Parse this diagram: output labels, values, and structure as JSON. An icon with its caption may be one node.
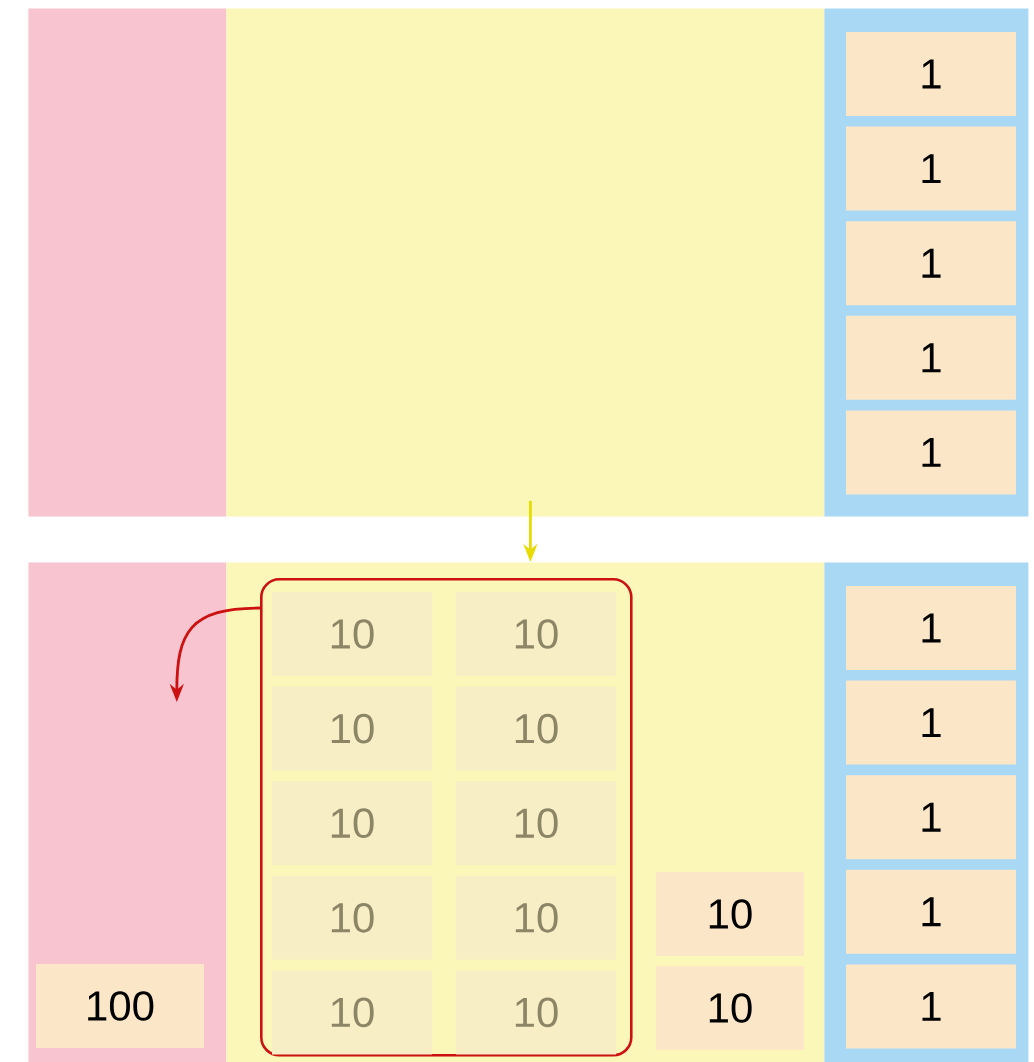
{
  "diagram": {
    "nodes": [
      {
        "text": [],
        "shape": "bar"
      },
      {
        "text": [],
        "shape": "bar"
      },
      {
        "text": [],
        "shape": "bar"
      },
      {
        "text": [
          "1"
        ],
        "in": 2
      },
      {
        "text": [
          "1"
        ],
        "in": 2
      },
      {
        "text": [
          "1"
        ],
        "in": 2
      },
      {
        "text": [
          "1"
        ],
        "in": 2
      },
      {
        "text": [
          "1"
        ],
        "in": 2
      },
      {
        "text": [],
        "shape": "bar"
      },
      {
        "text": [
          "100"
        ],
        "in": 8
      },
      {
        "text": [],
        "shape": "bar"
      },
      {
        "text": [],
        "shape": "box",
        "in": 10
      },
      {
        "text": [
          "10"
        ],
        "in": 11
      },
      {
        "text": [
          "10"
        ],
        "in": 11
      },
      {
        "text": [
          "10"
        ],
        "in": 11
      },
      {
        "text": [
          "10"
        ],
        "in": 11
      },
      {
        "text": [
          "10"
        ],
        "in": 11
      },
      {
        "text": [
          "10"
        ],
        "in": 11
      },
      {
        "text": [
          "10"
        ],
        "in": 11
      },
      {
        "text": [
          "10"
        ],
        "in": 11
      },
      {
        "text": [
          "10"
        ],
        "in": 11
      },
      {
        "text": [
          "10"
        ],
        "in": 11
      },
      {
        "text": [
          "10"
        ],
        "in": 10
      },
      {
        "text": [
          "10"
        ],
        "in": 10
      },
      {
        "text": [],
        "shape": "bar"
      },
      {
        "text": [
          "1"
        ],
        "in": 24
      },
      {
        "text": [
          "1"
        ],
        "in": 24
      },
      {
        "text": [
          "1"
        ],
        "in": 24
      },
      {
        "text": [
          "1"
        ],
        "in": 24
      },
      {
        "text": [
          "1"
        ],
        "in": 24
      }
    ],
    "edges": [
      {
        "from": 1,
        "to": 10,
        "arrow": "to",
        "color": "#e6dc00"
      },
      {
        "from": 11,
        "to": 8,
        "arrow": "to",
        "color": "#cc1111"
      }
    ]
  }
}
